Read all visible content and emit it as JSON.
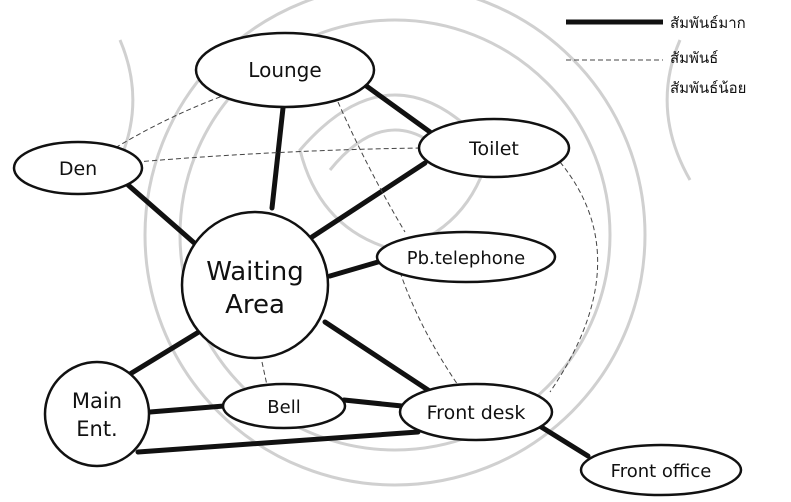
{
  "nodes": {
    "lounge": "Lounge",
    "den": "Den",
    "toilet": "Toilet",
    "waiting_line1": "Waiting",
    "waiting_line2": "Area",
    "pb_telephone": "Pb.telephone",
    "main_line1": "Main",
    "main_line2": "Ent.",
    "bell": "Bell",
    "front_desk": "Front desk",
    "front_office": "Front office"
  },
  "legend": {
    "strong": "สัมพันธ์มาก",
    "medium": "สัมพันธ์",
    "weak": "สัมพันธ์น้อย"
  },
  "colors": {
    "ink": "#111111",
    "watermark": "#c9c9c9"
  }
}
